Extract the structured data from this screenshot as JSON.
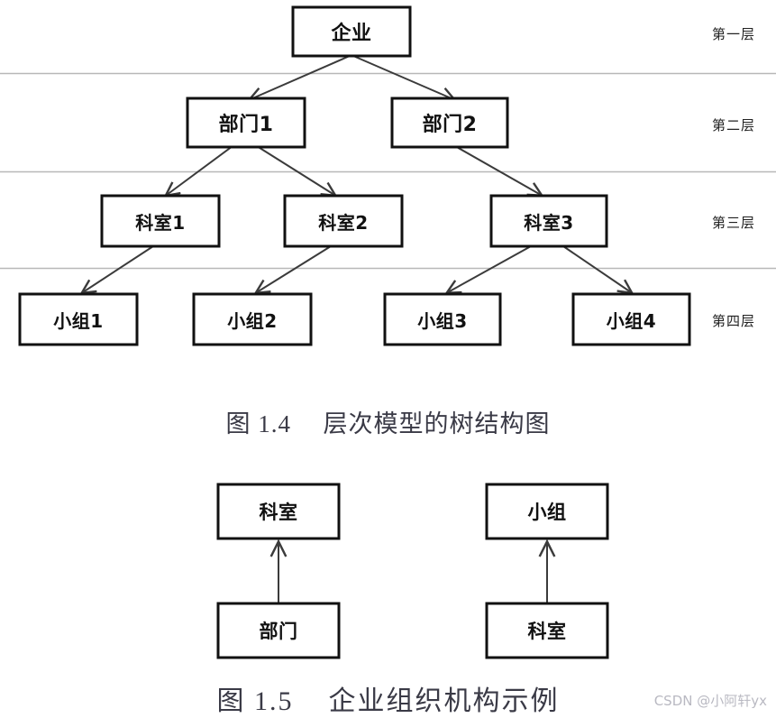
{
  "figure_tree": {
    "nodes": {
      "root": "企业",
      "level2": [
        "部门1",
        "部门2"
      ],
      "level3": [
        "科室1",
        "科室2",
        "科室3"
      ],
      "level4": [
        "小组1",
        "小组2",
        "小组3",
        "小组4"
      ]
    },
    "layer_labels": [
      "第一层",
      "第二层",
      "第三层",
      "第四层"
    ],
    "caption": {
      "number": "图 1.4",
      "text": "层次模型的树结构图"
    }
  },
  "figure_org": {
    "pairs": [
      {
        "child": "部门",
        "parent": "科室"
      },
      {
        "child": "科室",
        "parent": "小组"
      }
    ],
    "caption": {
      "number": "图 1.5",
      "text": "企业组织机构示例"
    }
  },
  "watermark": "CSDN @小阿轩yx",
  "colors": {
    "box_border": "#111111",
    "connector": "#3b3b3b",
    "divider": "#b8b8b8",
    "caption_text": "#3a3a46",
    "watermark_text": "#b9b9c2"
  }
}
